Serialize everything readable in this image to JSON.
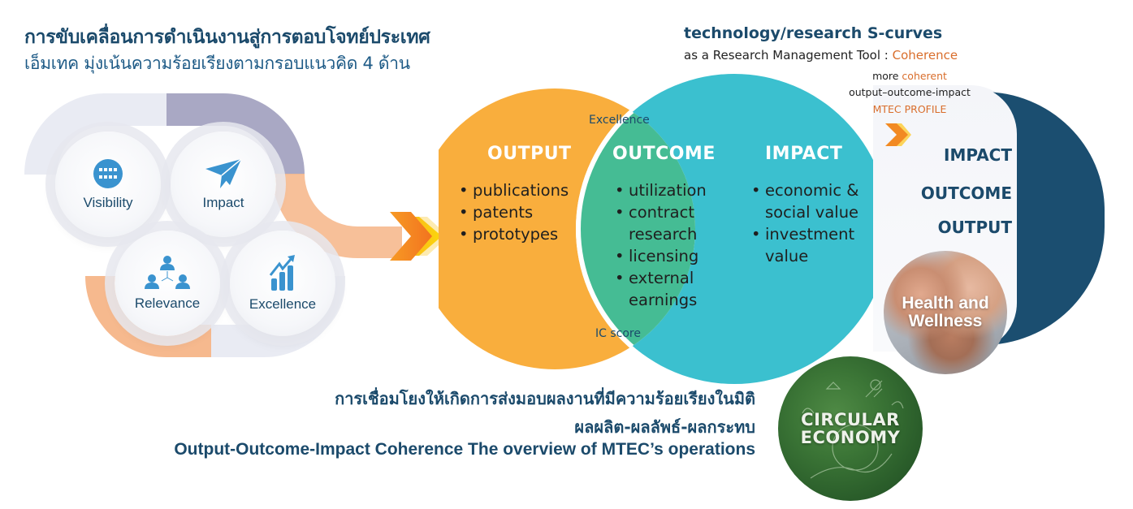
{
  "header": {
    "title_th": "การขับเคลื่อนการดำเนินงานสู่การตอบโจทย์ประเทศ",
    "subtitle_th": "เอ็มเทค มุ่งเน้นความร้อยเรียงตามกรอบแนวคิด 4 ด้าน"
  },
  "s_curves": {
    "title": "technology/research S-curves",
    "subtitle_prefix": "as a Research Management Tool : ",
    "subtitle_accent": "Coherence",
    "note_line1_prefix": "more ",
    "note_line1_accent": "coherent",
    "note_line2": "output–outcome-impact",
    "note_line3": "MTEC PROFILE"
  },
  "pillars": [
    {
      "label": "Visibility",
      "icon": "globe-icon"
    },
    {
      "label": "Impact",
      "icon": "paper-plane-icon"
    },
    {
      "label": "Relevance",
      "icon": "people-network-icon"
    },
    {
      "label": "Excellence",
      "icon": "growth-chart-icon"
    }
  ],
  "venn": {
    "output": {
      "title": "OUTPUT",
      "color": "#f9ae3d",
      "items": [
        "publications",
        "patents",
        "prototypes"
      ]
    },
    "outcome": {
      "title": "OUTCOME",
      "color": "#45bc94",
      "items": [
        "utilization",
        "contract",
        "research",
        "licensing",
        "external",
        "earnings"
      ]
    },
    "impact": {
      "title": "IMPACT",
      "color": "#3bc0cf",
      "items": [
        "economic &",
        "social value",
        "investment",
        "value"
      ]
    },
    "top_label": "Excellence",
    "bottom_label": "IC score"
  },
  "profile_stack": [
    "IMPACT",
    "OUTCOME",
    "OUTPUT"
  ],
  "photos": {
    "health": "Health and Wellness",
    "health_line1": "Health and",
    "health_line2": "Wellness",
    "circular_line1": "CIRCULAR",
    "circular_line2": "ECONOMY"
  },
  "footer": {
    "line1_th": "การเชื่อมโยงให้เกิดการส่งมอบผลงานที่มีความร้อยเรียงในมิติ",
    "line2_th": "ผลผลิต-ผลลัพธ์-ผลกระทบ",
    "line3_en": "Output-Outcome-Impact Coherence The overview of MTEC’s operations"
  },
  "colors": {
    "navy": "#1b4e70",
    "accent_orange": "#d96e2c",
    "icon_blue": "#3a93cf",
    "band_purple": "#a9a8c4",
    "band_orange": "#f6b98e"
  }
}
